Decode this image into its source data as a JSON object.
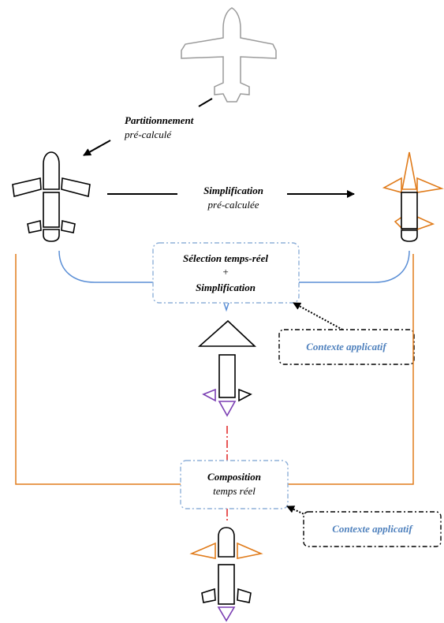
{
  "labels": {
    "partitionnement_title": "Partitionnement",
    "partitionnement_sub": "pré-calculé",
    "simplification_title": "Simplification",
    "simplification_sub": "pré-calculée",
    "selection_line1": "Sélection temps-réel",
    "selection_line2": "+",
    "selection_line3": "Simplification",
    "composition_title": "Composition",
    "composition_sub": "temps réel",
    "contexte_1": "Contexte applicatif",
    "contexte_2": "Contexte applicatif"
  },
  "colors": {
    "black": "#000000",
    "gray": "#9a9a9a",
    "orange": "#e07b1a",
    "blue_line": "#5b8fd6",
    "blue_text": "#4f81bd",
    "dash_blue": "#8fb0d9",
    "purple": "#7b3fb3",
    "red": "#e02020"
  }
}
